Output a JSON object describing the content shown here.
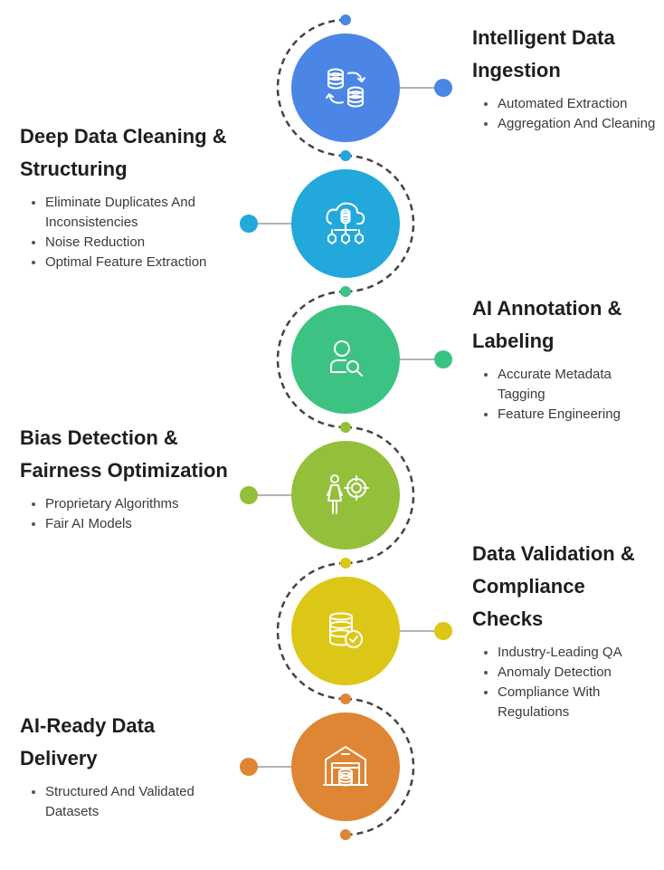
{
  "steps": [
    {
      "title": "Intelligent Data Ingestion",
      "points": [
        "Automated Extraction",
        "Aggregation And Cleaning"
      ],
      "color": "#4B86E6",
      "icon": "database-sync-icon",
      "side": "right"
    },
    {
      "title": "Deep Data Cleaning & Structuring",
      "points": [
        "Eliminate Duplicates And Inconsistencies",
        "Noise Reduction",
        "Optimal Feature Extraction"
      ],
      "color": "#22A8DA",
      "icon": "cloud-network-icon",
      "side": "left"
    },
    {
      "title": "AI Annotation & Labeling",
      "points": [
        "Accurate Metadata Tagging",
        "Feature Engineering"
      ],
      "color": "#3CC384",
      "icon": "user-search-icon",
      "side": "right"
    },
    {
      "title": "Bias Detection & Fairness Optimization",
      "points": [
        "Proprietary Algorithms",
        "Fair AI Models"
      ],
      "color": "#93BF3A",
      "icon": "person-target-icon",
      "side": "left"
    },
    {
      "title": "Data Validation & Compliance Checks",
      "points": [
        "Industry-Leading QA",
        "Anomaly Detection",
        "Compliance With Regulations"
      ],
      "color": "#DDC716",
      "icon": "database-check-icon",
      "side": "right"
    },
    {
      "title": "AI-Ready Data Delivery",
      "points": [
        "Structured And Validated Datasets"
      ],
      "color": "#DE8634",
      "icon": "warehouse-database-icon",
      "side": "left"
    }
  ],
  "connector_color": "#444444",
  "line_color": "#9a9a9a"
}
